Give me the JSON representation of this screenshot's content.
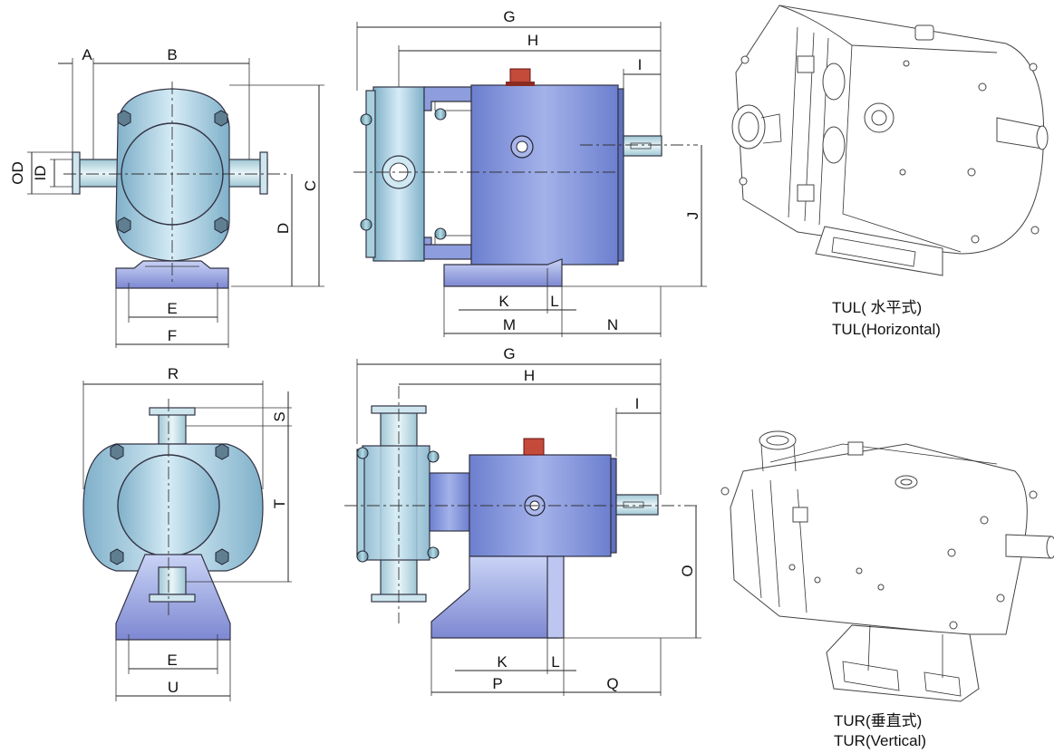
{
  "labels": {
    "A": "A",
    "B": "B",
    "C": "C",
    "D": "D",
    "E": "E",
    "F": "F",
    "OD": "OD",
    "ID": "ID",
    "G": "G",
    "H": "H",
    "I": "I",
    "J": "J",
    "K": "K",
    "L": "L",
    "M": "M",
    "N": "N",
    "R": "R",
    "S": "S",
    "T": "T",
    "U": "U",
    "O": "O",
    "P": "P",
    "Q": "Q"
  },
  "captions": {
    "horizontal_cn": "TUL( 水平式)",
    "horizontal_en": "TUL(Horizontal)",
    "vertical_cn": "TUR(垂直式)",
    "vertical_en": "TUR(Vertical)"
  },
  "colors": {
    "casing": "#9fc6dc",
    "body": "#7d8fd6",
    "base": "#8b95d8",
    "stud": "#5f8ea0",
    "cap": "#c44a3a"
  }
}
